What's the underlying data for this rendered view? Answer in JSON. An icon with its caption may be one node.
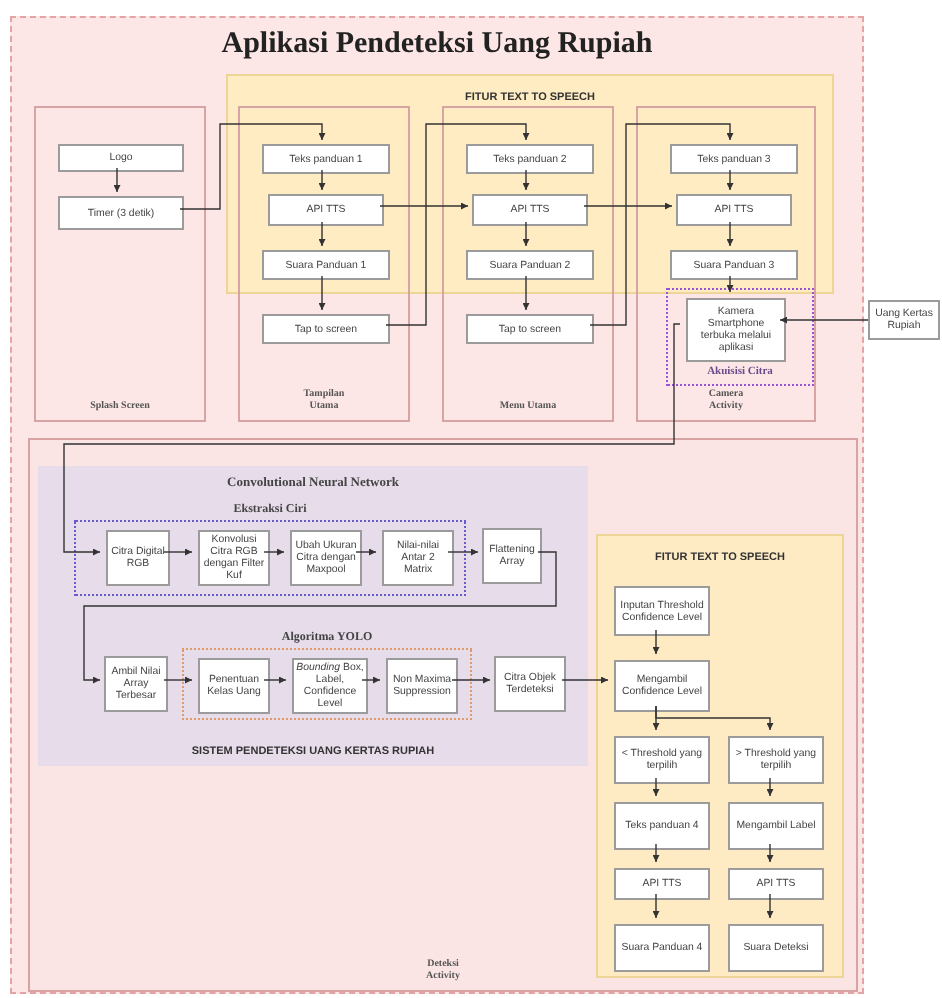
{
  "diagram": {
    "nodes": [
      {
        "text": [
          "Aplikasi Pendeteksi Uang Rupiah"
        ]
      },
      {
        "text": [
          "Splash Screen"
        ],
        "in": 0
      },
      {
        "text": [
          "Logo"
        ],
        "in": 1
      },
      {
        "text": [
          "Timer (3 detik)"
        ],
        "in": 1
      },
      {
        "text": [
          "Tampilan Utama"
        ],
        "in": 0
      },
      {
        "text": [
          "Teks panduan 1"
        ],
        "in": 4
      },
      {
        "text": [
          "API TTS"
        ],
        "in": 4
      },
      {
        "text": [
          "Suara Panduan 1"
        ],
        "in": 4
      },
      {
        "text": [
          "Tap to screen"
        ],
        "in": 4
      },
      {
        "text": [
          "Menu Utama"
        ],
        "in": 0
      },
      {
        "text": [
          "Teks panduan 2"
        ],
        "in": 9
      },
      {
        "text": [
          "API TTS"
        ],
        "in": 9
      },
      {
        "text": [
          "Suara Panduan 2"
        ],
        "in": 9
      },
      {
        "text": [
          "Tap to screen"
        ],
        "in": 9
      },
      {
        "text": [
          "Camera Activity"
        ],
        "in": 0
      },
      {
        "text": [
          "Teks panduan 3"
        ],
        "in": 14
      },
      {
        "text": [
          "API TTS"
        ],
        "in": 14
      },
      {
        "text": [
          "Suara Panduan 3"
        ],
        "in": 14
      },
      {
        "text": [
          "Akuisisi Citra"
        ],
        "in": 14
      },
      {
        "text": [
          "Kamera Smartphone terbuka melalui aplikasi"
        ],
        "in": 18
      },
      {
        "text": [
          "Uang Kertas Rupiah"
        ]
      },
      {
        "text": [
          "Deteksi Activity"
        ],
        "in": 0
      },
      {
        "text": [
          "Convolutional Neural Network",
          "SISTEM PENDETEKSI UANG KERTAS RUPIAH"
        ],
        "in": 21
      },
      {
        "text": [
          "Ekstraksi Ciri"
        ],
        "in": 22
      },
      {
        "text": [
          "Citra Digital RGB"
        ],
        "in": 23
      },
      {
        "text": [
          "Konvolusi Citra RGB dengan Filter Kuf"
        ],
        "in": 23
      },
      {
        "text": [
          "Ubah Ukuran Citra dengan Maxpool"
        ],
        "in": 23
      },
      {
        "text": [
          "Nilai-nilai Antar 2 Matrix"
        ],
        "in": 23
      },
      {
        "text": [
          "Flattening Array"
        ],
        "in": 22
      },
      {
        "text": [
          "Ambil Nilai Array Terbesar"
        ],
        "in": 22
      },
      {
        "text": [
          "Algoritma YOLO"
        ],
        "in": 22
      },
      {
        "text": [
          "Penentuan Kelas Uang"
        ],
        "in": 30
      },
      {
        "text": [
          "*Bounding* Box, Label, Confidence Level"
        ],
        "in": 30
      },
      {
        "text": [
          "Non Maxima Suppression"
        ],
        "in": 30
      },
      {
        "text": [
          "Citra Objek Terdeteksi"
        ],
        "in": 22
      },
      {
        "text": [
          "FITUR TEXT TO SPEECH"
        ],
        "in": 21
      },
      {
        "text": [
          "Inputan Threshold Confidence Level"
        ],
        "in": 35
      },
      {
        "text": [
          "Mengambil Confidence Level"
        ],
        "in": 35
      },
      {
        "text": [
          "< Threshold yang terpilih"
        ],
        "in": 35
      },
      {
        "text": [
          "> Threshold yang terpilih"
        ],
        "in": 35
      },
      {
        "text": [
          "Teks panduan 4"
        ],
        "in": 35
      },
      {
        "text": [
          "Mengambil Label"
        ],
        "in": 35
      },
      {
        "text": [
          "API TTS"
        ],
        "in": 35
      },
      {
        "text": [
          "API TTS"
        ],
        "in": 35
      },
      {
        "text": [
          "Suara Panduan 4"
        ],
        "in": 35
      },
      {
        "text": [
          "Suara Deteksi"
        ],
        "in": 35
      }
    ],
    "edges": [
      {
        "from": 2,
        "to": 3,
        "arrow": "to"
      },
      {
        "from": 3,
        "to": 5,
        "arrow": "to"
      },
      {
        "from": 5,
        "to": 6,
        "arrow": "to"
      },
      {
        "from": 6,
        "to": 7,
        "arrow": "to"
      },
      {
        "from": 7,
        "to": 8,
        "arrow": "to"
      },
      {
        "from": 6,
        "to": 11,
        "arrow": "to"
      },
      {
        "from": 8,
        "to": 10,
        "arrow": "to"
      },
      {
        "from": 10,
        "to": 11,
        "arrow": "to"
      },
      {
        "from": 11,
        "to": 12,
        "arrow": "to"
      },
      {
        "from": 12,
        "to": 13,
        "arrow": "to"
      },
      {
        "from": 11,
        "to": 16,
        "arrow": "to"
      },
      {
        "from": 13,
        "to": 15,
        "arrow": "to"
      },
      {
        "from": 15,
        "to": 16,
        "arrow": "to"
      },
      {
        "from": 16,
        "to": 17,
        "arrow": "to"
      },
      {
        "from": 17,
        "to": 19,
        "arrow": "to"
      },
      {
        "from": 20,
        "to": 19,
        "arrow": "to"
      },
      {
        "from": 19,
        "to": 24,
        "arrow": "to"
      },
      {
        "from": 24,
        "to": 25,
        "arrow": "to"
      },
      {
        "from": 25,
        "to": 26,
        "arrow": "to"
      },
      {
        "from": 26,
        "to": 27,
        "arrow": "to"
      },
      {
        "from": 27,
        "to": 28,
        "arrow": "to"
      },
      {
        "from": 28,
        "to": 29,
        "arrow": "to"
      },
      {
        "from": 29,
        "to": 31,
        "arrow": "to"
      },
      {
        "from": 31,
        "to": 32,
        "arrow": "to"
      },
      {
        "from": 32,
        "to": 33,
        "arrow": "to"
      },
      {
        "from": 33,
        "to": 34,
        "arrow": "to"
      },
      {
        "from": 34,
        "to": 37,
        "arrow": "to"
      },
      {
        "from": 36,
        "to": 37,
        "arrow": "to"
      },
      {
        "from": 37,
        "to": 38,
        "arrow": "to"
      },
      {
        "from": 37,
        "to": 39,
        "arrow": "to"
      },
      {
        "from": 38,
        "to": 40,
        "arrow": "to"
      },
      {
        "from": 40,
        "to": 42,
        "arrow": "to"
      },
      {
        "from": 42,
        "to": 44,
        "arrow": "to"
      },
      {
        "from": 39,
        "to": 41,
        "arrow": "to"
      },
      {
        "from": 41,
        "to": 43,
        "arrow": "to"
      },
      {
        "from": 43,
        "to": 45,
        "arrow": "to"
      }
    ],
    "labels": [
      "FITUR TEXT TO SPEECH"
    ]
  }
}
